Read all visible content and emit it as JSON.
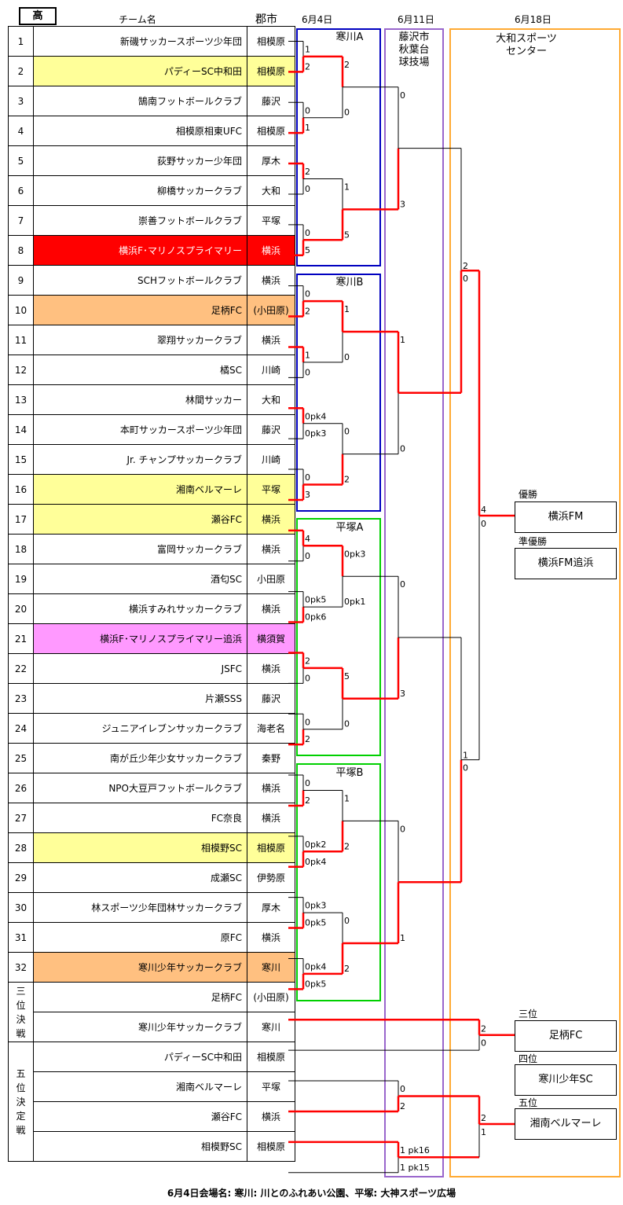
{
  "category_label": "高",
  "header": {
    "team_col": "チーム名",
    "city_col": "郡市"
  },
  "rounds": {
    "d1": "6月4日",
    "d2": "6月11日",
    "d3": "6月18日"
  },
  "venues": {
    "sA": "寒川A",
    "sB": "寒川B",
    "hA": "平塚A",
    "hB": "平塚B",
    "fj": "藤沢市\n秋葉台\n球技場",
    "yt": "大和スポーツ\nセンター"
  },
  "colors": {
    "yellow": "#ffff99",
    "orange": "#ffc080",
    "red": "#ff0000",
    "pink": "#ff99ff",
    "path": "#ff0000",
    "line": "#000000",
    "blue": "#0000c0",
    "green": "#00d000",
    "purple": "#9966cc",
    "amber": "#ffaa33"
  },
  "teams": [
    {
      "no": "1",
      "name": "新磯サッカースポーツ少年団",
      "city": "相模原",
      "hl": ""
    },
    {
      "no": "2",
      "name": "パディーSC中和田",
      "city": "相模原",
      "hl": "yellow"
    },
    {
      "no": "3",
      "name": "鵠南フットボールクラブ",
      "city": "藤沢",
      "hl": ""
    },
    {
      "no": "4",
      "name": "相模原相東UFC",
      "city": "相模原",
      "hl": ""
    },
    {
      "no": "5",
      "name": "荻野サッカー少年団",
      "city": "厚木",
      "hl": ""
    },
    {
      "no": "6",
      "name": "柳橋サッカークラブ",
      "city": "大和",
      "hl": ""
    },
    {
      "no": "7",
      "name": "崇善フットボールクラブ",
      "city": "平塚",
      "hl": ""
    },
    {
      "no": "8",
      "name": "横浜F･マリノスプライマリー",
      "city": "横浜",
      "hl": "red"
    },
    {
      "no": "9",
      "name": "SCHフットボールクラブ",
      "city": "横浜",
      "hl": ""
    },
    {
      "no": "10",
      "name": "足柄FC",
      "city": "(小田原)",
      "hl": "orange"
    },
    {
      "no": "11",
      "name": "翠翔サッカークラブ",
      "city": "横浜",
      "hl": ""
    },
    {
      "no": "12",
      "name": "橘SC",
      "city": "川崎",
      "hl": ""
    },
    {
      "no": "13",
      "name": "林間サッカー",
      "city": "大和",
      "hl": ""
    },
    {
      "no": "14",
      "name": "本町サッカースポーツ少年団",
      "city": "藤沢",
      "hl": ""
    },
    {
      "no": "15",
      "name": "Jr. チャンプサッカークラブ",
      "city": "川崎",
      "hl": ""
    },
    {
      "no": "16",
      "name": "湘南ベルマーレ",
      "city": "平塚",
      "hl": "yellow"
    },
    {
      "no": "17",
      "name": "瀬谷FC",
      "city": "横浜",
      "hl": "yellow"
    },
    {
      "no": "18",
      "name": "富岡サッカークラブ",
      "city": "横浜",
      "hl": ""
    },
    {
      "no": "19",
      "name": "酒匂SC",
      "city": "小田原",
      "hl": ""
    },
    {
      "no": "20",
      "name": "横浜すみれサッカークラブ",
      "city": "横浜",
      "hl": ""
    },
    {
      "no": "21",
      "name": "横浜F･マリノスプライマリー追浜",
      "city": "横須賀",
      "hl": "pink"
    },
    {
      "no": "22",
      "name": "JSFC",
      "city": "横浜",
      "hl": ""
    },
    {
      "no": "23",
      "name": "片瀬SSS",
      "city": "藤沢",
      "hl": ""
    },
    {
      "no": "24",
      "name": "ジュニアイレブンサッカークラブ",
      "city": "海老名",
      "hl": ""
    },
    {
      "no": "25",
      "name": "南が丘少年少女サッカークラブ",
      "city": "秦野",
      "hl": ""
    },
    {
      "no": "26",
      "name": "NPO大豆戸フットボールクラブ",
      "city": "横浜",
      "hl": ""
    },
    {
      "no": "27",
      "name": "FC奈良",
      "city": "横浜",
      "hl": ""
    },
    {
      "no": "28",
      "name": "相模野SC",
      "city": "相模原",
      "hl": "yellow"
    },
    {
      "no": "29",
      "name": "成瀬SC",
      "city": "伊勢原",
      "hl": ""
    },
    {
      "no": "30",
      "name": "林スポーツ少年団林サッカークラブ",
      "city": "厚木",
      "hl": ""
    },
    {
      "no": "31",
      "name": "原FC",
      "city": "横浜",
      "hl": ""
    },
    {
      "no": "32",
      "name": "寒川少年サッカークラブ",
      "city": "寒川",
      "hl": "orange"
    }
  ],
  "third_label": "三\n位\n決\n戦",
  "fifth_label": "五\n位\n決\n定\n戦",
  "third_teams": [
    {
      "name": "足柄FC",
      "city": "(小田原)"
    },
    {
      "name": "寒川少年サッカークラブ",
      "city": "寒川"
    }
  ],
  "fifth_teams": [
    {
      "name": "パディーSC中和田",
      "city": "相模原"
    },
    {
      "name": "湘南ベルマーレ",
      "city": "平塚"
    },
    {
      "name": "瀬谷FC",
      "city": "横浜"
    },
    {
      "name": "相模野SC",
      "city": "相模原"
    }
  ],
  "r1_scores": [
    "1",
    "2",
    "0",
    "1",
    "2",
    "0",
    "0",
    "5",
    "0",
    "2",
    "1",
    "0",
    "0pk4",
    "0pk3",
    "0",
    "3",
    "4",
    "0",
    "0pk5",
    "0pk6",
    "2",
    "0",
    "0",
    "2",
    "0",
    "2",
    "0pk2",
    "0pk4",
    "0pk3",
    "0pk5",
    "0pk4",
    "0pk5"
  ],
  "r1_win": [
    2,
    4,
    5,
    8,
    10,
    11,
    13,
    16,
    17,
    20,
    21,
    24,
    26,
    28,
    30,
    32
  ],
  "r2_scores": [
    "2",
    "0",
    "1",
    "5",
    "1",
    "0",
    "0",
    "2",
    "0pk3",
    "0pk1",
    "5",
    "0",
    "1",
    "2",
    "0",
    "2"
  ],
  "r2_win": [
    1,
    4,
    5,
    8,
    9,
    11,
    14,
    16
  ],
  "r3_scores": [
    "0",
    "3",
    "1",
    "0",
    "0",
    "3",
    "0",
    "1"
  ],
  "r3_win": [
    2,
    3,
    6,
    8
  ],
  "qf_scores": [
    "2",
    "0",
    "1",
    "0"
  ],
  "sf_scores": [
    "4",
    "0"
  ],
  "third_scores": [
    "2",
    "0"
  ],
  "fifth_r1_scores": [
    "0",
    "2",
    "1 pk16",
    "1 pk15"
  ],
  "fifth_final_scores": [
    "2",
    "1"
  ],
  "results": {
    "winner_label": "優勝",
    "winner": "横浜FM",
    "runner_label": "準優勝",
    "runner": "横浜FM追浜",
    "third_label": "三位",
    "third": "足柄FC",
    "fourth_label": "四位",
    "fourth": "寒川少年SC",
    "fifth_label": "五位",
    "fifth": "湘南ベルマーレ"
  },
  "footnote": "6月4日会場名: 寒川: 川とのふれあい公園、平塚: 大神スポーツ広場"
}
